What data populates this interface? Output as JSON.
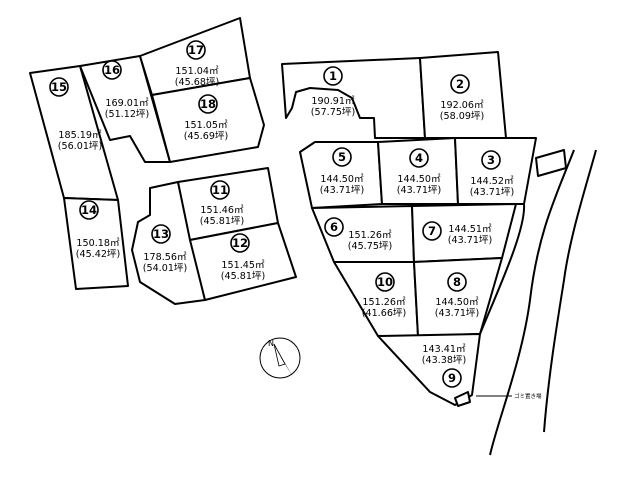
{
  "lots": [
    {
      "id": "1",
      "num": "①",
      "area": "190.91㎡",
      "tsubo": "(57.75坪)",
      "selected": false
    },
    {
      "id": "2",
      "num": "②",
      "area": "192.06㎡",
      "tsubo": "(58.09坪)",
      "selected": false
    },
    {
      "id": "3",
      "num": "③",
      "area": "144.52㎡",
      "tsubo": "(43.71坪)",
      "selected": false
    },
    {
      "id": "4",
      "num": "④",
      "area": "144.50㎡",
      "tsubo": "(43.71坪)",
      "selected": false
    },
    {
      "id": "5",
      "num": "⑤",
      "area": "144.50㎡",
      "tsubo": "(43.71坪)",
      "selected": false
    },
    {
      "id": "6",
      "num": "⑥",
      "area": "151.26㎡",
      "tsubo": "(45.75坪)",
      "selected": false
    },
    {
      "id": "7",
      "num": "⑦",
      "area": "144.51㎡",
      "tsubo": "(43.71坪)",
      "selected": false
    },
    {
      "id": "8",
      "num": "⑧",
      "area": "144.50㎡",
      "tsubo": "(43.71坪)",
      "selected": false
    },
    {
      "id": "9",
      "num": "⑨",
      "area": "143.41㎡",
      "tsubo": "(43.38坪)",
      "selected": false
    },
    {
      "id": "10",
      "num": "⑩",
      "area": "151.26㎡",
      "tsubo": "(41.66坪)",
      "selected": false
    },
    {
      "id": "11",
      "num": "⑪",
      "area": "151.46㎡",
      "tsubo": "(45.81坪)",
      "selected": false
    },
    {
      "id": "12",
      "num": "⑫",
      "area": "151.45㎡",
      "tsubo": "(45.81坪)",
      "selected": false
    },
    {
      "id": "13",
      "num": "⑬",
      "area": "178.56㎡",
      "tsubo": "(54.01坪)",
      "selected": false
    },
    {
      "id": "14",
      "num": "⑭",
      "area": "150.18㎡",
      "tsubo": "(45.42坪)",
      "selected": false
    },
    {
      "id": "15",
      "num": "⑮",
      "area": "185.19㎡",
      "tsubo": "(56.01坪)",
      "selected": false
    },
    {
      "id": "16",
      "num": "⑯",
      "area": "169.01㎡",
      "tsubo": "(51.12坪)",
      "selected": true
    },
    {
      "id": "17",
      "num": "⑰",
      "area": "151.04㎡",
      "tsubo": "(45.68坪)",
      "selected": false
    },
    {
      "id": "18",
      "num": "⑱",
      "area": "151.05㎡",
      "tsubo": "(45.69坪)",
      "selected": false
    }
  ],
  "colors": {
    "selected_lot": "#f6c9c9",
    "line": "#000000",
    "background": "#ffffff"
  },
  "north_label": "N",
  "garbage_note": "ゴミ置き場"
}
